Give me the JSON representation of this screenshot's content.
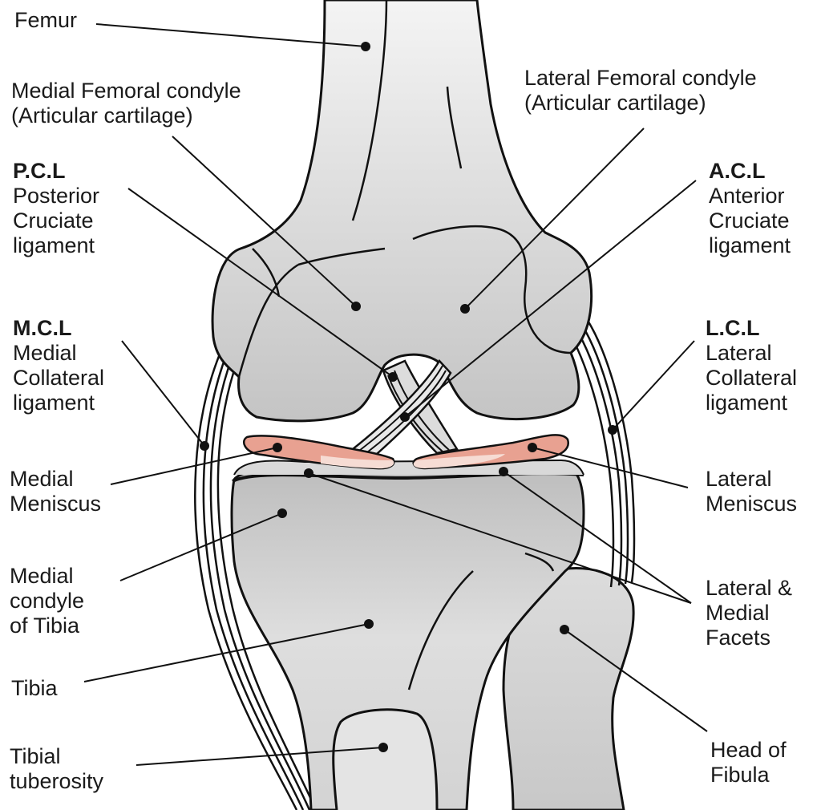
{
  "colors": {
    "bone_light": "#f2f2f2",
    "bone_dark": "#bdbdbd",
    "outline": "#111111",
    "meniscus_pink": "#e8a191",
    "meniscus_light": "#f6dcd4"
  },
  "labels": {
    "femur": "Femur",
    "medial_femoral_condyle": [
      "Medial Femoral condyle",
      "(Articular cartilage)"
    ],
    "lateral_femoral_condyle": [
      "Lateral Femoral condyle",
      "(Articular cartilage)"
    ],
    "pcl": {
      "abbr": "P.C.L",
      "lines": [
        "Posterior",
        "Cruciate",
        "ligament"
      ]
    },
    "acl": {
      "abbr": "A.C.L",
      "lines": [
        "Anterior",
        "Cruciate",
        "ligament"
      ]
    },
    "mcl": {
      "abbr": "M.C.L",
      "lines": [
        "Medial",
        "Collateral",
        "ligament"
      ]
    },
    "lcl": {
      "abbr": "L.C.L",
      "lines": [
        "Lateral",
        "Collateral",
        "ligament"
      ]
    },
    "medial_meniscus": [
      "Medial",
      "Meniscus"
    ],
    "lateral_meniscus": [
      "Lateral",
      "Meniscus"
    ],
    "medial_condyle_tibia": [
      "Medial",
      "condyle",
      "of Tibia"
    ],
    "facets": [
      "Lateral &",
      "Medial",
      "Facets"
    ],
    "tibia": "Tibia",
    "head_fibula": [
      "Head of",
      "Fibula"
    ],
    "tibial_tuberosity": [
      "Tibial",
      "tuberosity"
    ]
  }
}
